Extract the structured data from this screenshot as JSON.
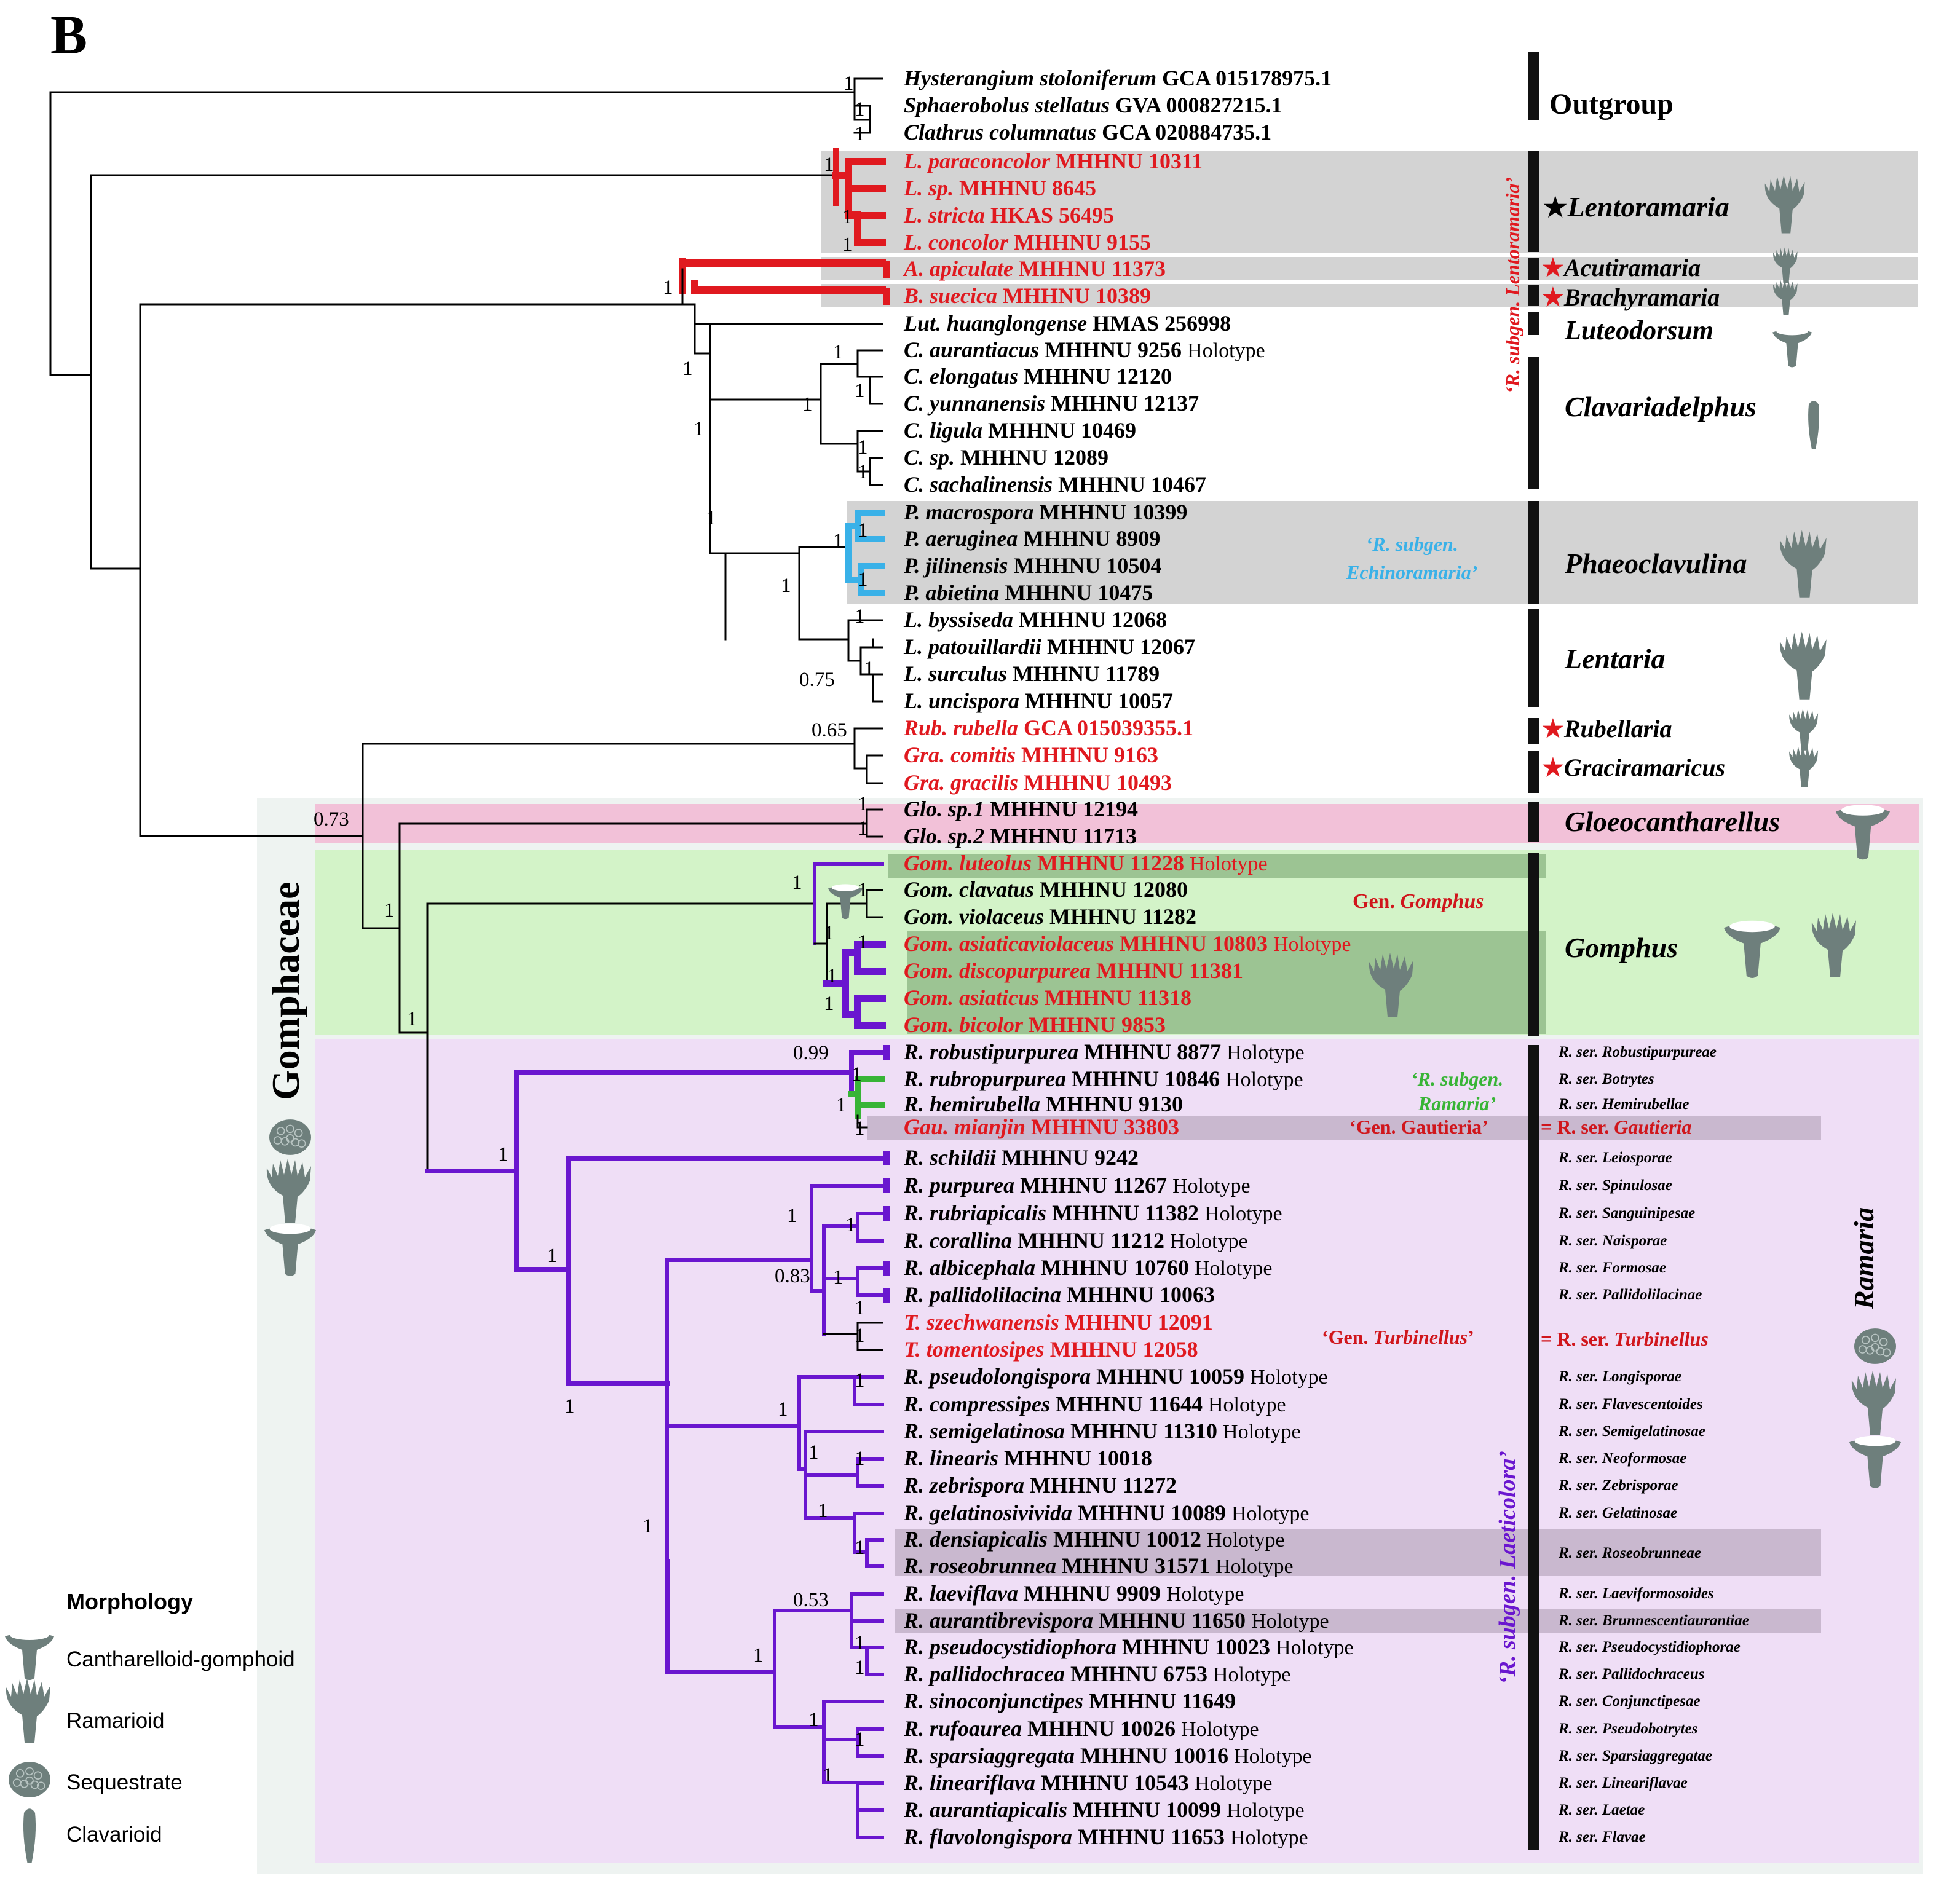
{
  "panel_label": "B",
  "family_label": "Gomphaceae",
  "support": {
    "n1": "1",
    "n2": "1",
    "n3": "1",
    "n4": "1",
    "n5": "1",
    "n6": "1",
    "n7": "1",
    "n8": "1",
    "n9": "1",
    "n10": "1",
    "n11": "1",
    "n12": "1",
    "n13": "1",
    "n14": "1",
    "n15": "1",
    "n16": "1",
    "n17": "1",
    "n18": "1",
    "n19": "1",
    "n20": "1",
    "n21": "0.75",
    "n22": "1",
    "n23": "0.65",
    "n24": "0.73",
    "n25": "1",
    "n26": "1",
    "n27": "1",
    "n28": "1",
    "n29": "1",
    "n30": "1",
    "n31": "1",
    "n32": "1",
    "n33": "1",
    "n34": "1",
    "n35": "0.99",
    "n36": "1",
    "n37": "1",
    "n38": "1",
    "n39": "1",
    "n40": "1",
    "n41": "0.83",
    "n42": "1",
    "n43": "1",
    "n44": "1",
    "n45": "1",
    "n46": "1",
    "n47": "1",
    "n48": "1",
    "n49": "1",
    "n50": "1",
    "n51": "1",
    "n52": "1",
    "n53": "1",
    "n54": "0.53",
    "n55": "1",
    "n56": "1",
    "n57": "1",
    "n58": "1",
    "n59": "1",
    "n60": "1",
    "n61": "1"
  },
  "taxa": [
    {
      "name": "Hysterangium stoloniferum",
      "id": "GCA 015178975.1",
      "extra": "",
      "color": "#000000"
    },
    {
      "name": "Sphaerobolus stellatus",
      "id": "GVA 000827215.1",
      "extra": "",
      "color": "#000000"
    },
    {
      "name": "Clathrus columnatus",
      "id": "GCA 020884735.1",
      "extra": "",
      "color": "#000000"
    },
    {
      "name": "L. paraconcolor",
      "id": "MHHNU 10311",
      "extra": "",
      "color": "#e0191f"
    },
    {
      "name": "L. sp.",
      "id": "MHHNU 8645",
      "extra": "",
      "color": "#e0191f"
    },
    {
      "name": "L. stricta",
      "id": "HKAS 56495",
      "extra": "",
      "color": "#e0191f"
    },
    {
      "name": "L. concolor",
      "id": "MHHNU 9155",
      "extra": "",
      "color": "#e0191f"
    },
    {
      "name": "A. apiculate",
      "id": "MHHNU 11373",
      "extra": "",
      "color": "#e0191f"
    },
    {
      "name": "B. suecica",
      "id": "MHHNU 10389",
      "extra": "",
      "color": "#e0191f"
    },
    {
      "name": "Lut. huanglongense",
      "id": "HMAS 256998",
      "extra": "",
      "color": "#000000"
    },
    {
      "name": "C. aurantiacus",
      "id": "MHHNU 9256",
      "extra": "Holotype",
      "color": "#000000"
    },
    {
      "name": "C. elongatus",
      "id": "MHHNU 12120",
      "extra": "",
      "color": "#000000"
    },
    {
      "name": "C. yunnanensis",
      "id": "MHHNU 12137",
      "extra": "",
      "color": "#000000"
    },
    {
      "name": "C. ligula",
      "id": "MHHNU 10469",
      "extra": "",
      "color": "#000000"
    },
    {
      "name": "C. sp.",
      "id": "MHHNU 12089",
      "extra": "",
      "color": "#000000"
    },
    {
      "name": "C. sachalinensis",
      "id": "MHHNU 10467",
      "extra": "",
      "color": "#000000"
    },
    {
      "name": "P. macrospora",
      "id": "MHHNU 10399",
      "extra": "",
      "color": "#000000"
    },
    {
      "name": "P. aeruginea",
      "id": "MHHNU 8909",
      "extra": "",
      "color": "#000000"
    },
    {
      "name": "P. jilinensis",
      "id": "MHHNU 10504",
      "extra": "",
      "color": "#000000"
    },
    {
      "name": "P. abietina",
      "id": "MHHNU 10475",
      "extra": "",
      "color": "#000000"
    },
    {
      "name": "L. byssiseda",
      "id": "MHHNU 12068",
      "extra": "",
      "color": "#000000"
    },
    {
      "name": "L. patouillardii",
      "id": "MHHNU 12067",
      "extra": "",
      "color": "#000000"
    },
    {
      "name": "L. surculus",
      "id": "MHHNU 11789",
      "extra": "",
      "color": "#000000"
    },
    {
      "name": "L. uncispora",
      "id": "MHHNU 10057",
      "extra": "",
      "color": "#000000"
    },
    {
      "name": "Rub. rubella",
      "id": "GCA 015039355.1",
      "extra": "",
      "color": "#e0191f"
    },
    {
      "name": "Gra. comitis",
      "id": "MHHNU 9163",
      "extra": "",
      "color": "#e0191f"
    },
    {
      "name": "Gra. gracilis",
      "id": "MHHNU 10493",
      "extra": "",
      "color": "#e0191f"
    },
    {
      "name": "Glo. sp.1",
      "id": "MHHNU 12194",
      "extra": "",
      "color": "#000000"
    },
    {
      "name": "Glo. sp.2",
      "id": "MHHNU 11713",
      "extra": "",
      "color": "#000000"
    },
    {
      "name": "Gom. luteolus",
      "id": "MHHNU 11228",
      "extra": "Holotype",
      "color": "#e0191f"
    },
    {
      "name": "Gom. clavatus",
      "id": "MHHNU 12080",
      "extra": "",
      "color": "#000000"
    },
    {
      "name": "Gom. violaceus",
      "id": "MHHNU 11282",
      "extra": "",
      "color": "#000000"
    },
    {
      "name": "Gom. asiaticaviolaceus",
      "id": "MHHNU 10803",
      "extra": "Holotype",
      "color": "#e0191f"
    },
    {
      "name": "Gom. discopurpurea",
      "id": "MHHNU 11381",
      "extra": "",
      "color": "#e0191f"
    },
    {
      "name": "Gom. asiaticus",
      "id": "MHHNU 11318",
      "extra": "",
      "color": "#e0191f"
    },
    {
      "name": "Gom. bicolor",
      "id": "MHHNU 9853",
      "extra": "",
      "color": "#e0191f"
    },
    {
      "name": "R. robustipurpurea",
      "id": "MHHNU 8877",
      "extra": "Holotype",
      "color": "#000000"
    },
    {
      "name": "R. rubropurpurea",
      "id": "MHHNU 10846",
      "extra": "Holotype",
      "color": "#000000"
    },
    {
      "name": "R. hemirubella",
      "id": "MHHNU 9130",
      "extra": "",
      "color": "#000000"
    },
    {
      "name": "Gau. mianjin",
      "id": "MHHNU 33803",
      "extra": "",
      "color": "#e0191f"
    },
    {
      "name": "R. schildii",
      "id": "MHHNU 9242",
      "extra": "",
      "color": "#000000"
    },
    {
      "name": "R. purpurea",
      "id": "MHHNU 11267",
      "extra": "Holotype",
      "color": "#000000"
    },
    {
      "name": "R. rubriapicalis",
      "id": "MHHNU 11382",
      "extra": "Holotype",
      "color": "#000000"
    },
    {
      "name": "R. corallina",
      "id": "MHHNU 11212",
      "extra": "Holotype",
      "color": "#000000"
    },
    {
      "name": "R. albicephala",
      "id": "MHHNU 10760",
      "extra": "Holotype",
      "color": "#000000"
    },
    {
      "name": "R. pallidolilacina",
      "id": "MHHNU 10063",
      "extra": "",
      "color": "#000000"
    },
    {
      "name": "T. szechwanensis",
      "id": "MHHNU 12091",
      "extra": "",
      "color": "#e0191f"
    },
    {
      "name": "T. tomentosipes",
      "id": "MHHNU 12058",
      "extra": "",
      "color": "#e0191f"
    },
    {
      "name": "R. pseudolongispora",
      "id": "MHHNU 10059",
      "extra": "Holotype",
      "color": "#000000"
    },
    {
      "name": "R. compressipes",
      "id": "MHHNU 11644",
      "extra": "Holotype",
      "color": "#000000"
    },
    {
      "name": "R. semigelatinosa",
      "id": "MHHNU 11310",
      "extra": "Holotype",
      "color": "#000000"
    },
    {
      "name": "R. linearis",
      "id": "MHHNU 10018",
      "extra": "",
      "color": "#000000"
    },
    {
      "name": "R. zebrispora",
      "id": "MHHNU 11272",
      "extra": "",
      "color": "#000000"
    },
    {
      "name": "R. gelatinosivivida",
      "id": "MHHNU 10089",
      "extra": "Holotype",
      "color": "#000000"
    },
    {
      "name": "R. densiapicalis",
      "id": "MHHNU 10012",
      "extra": "Holotype",
      "color": "#000000"
    },
    {
      "name": "R. roseobrunnea",
      "id": "MHHNU 31571",
      "extra": "Holotype",
      "color": "#000000"
    },
    {
      "name": "R. laeviflava",
      "id": "MHHNU 9909",
      "extra": "Holotype",
      "color": "#000000"
    },
    {
      "name": "R. aurantibrevispora",
      "id": "MHHNU 11650",
      "extra": "Holotype",
      "color": "#000000"
    },
    {
      "name": "R. pseudocystidiophora",
      "id": "MHHNU 10023",
      "extra": "Holotype",
      "color": "#000000"
    },
    {
      "name": "R. pallidochracea",
      "id": "MHHNU 6753",
      "extra": "Holotype",
      "color": "#000000"
    },
    {
      "name": "R. sinoconjunctipes",
      "id": "MHHNU 11649",
      "extra": "",
      "color": "#000000"
    },
    {
      "name": "R. rufoaurea",
      "id": "MHHNU 10026",
      "extra": "Holotype",
      "color": "#000000"
    },
    {
      "name": "R. sparsiaggregata",
      "id": "MHHNU 10016",
      "extra": "Holotype",
      "color": "#000000"
    },
    {
      "name": "R. lineariflava",
      "id": "MHHNU 10543",
      "extra": "Holotype",
      "color": "#000000"
    },
    {
      "name": "R. aurantiapicalis",
      "id": "MHHNU 10099",
      "extra": "Holotype",
      "color": "#000000"
    },
    {
      "name": "R. flavolongispora",
      "id": "MHHNU 11653",
      "extra": "Holotype",
      "color": "#000000"
    }
  ],
  "genus_labels": {
    "outgroup": "Outgroup",
    "lentoramaria": "Lentoramaria",
    "acutiramaria": "Acutiramaria",
    "brachyramaria": "Brachyramaria",
    "luteodorsum": "Luteodorsum",
    "clavariadelphus": "Clavariadelphus",
    "phaeoclavulina": "Phaeoclavulina",
    "lentaria": "Lentaria",
    "rubellaria": "Rubellaria",
    "graciramaricus": "Graciramaricus",
    "gloeocantharellus": "Gloeocantharellus",
    "gomphus": "Gomphus",
    "ramaria": "Ramaria",
    "star": "★"
  },
  "series": [
    "R. ser. Robustipurpureae",
    "R. ser. Botrytes",
    "R. ser. Hemirubellae",
    "R. ser. Leiosporae",
    "R. ser. Spinulosae",
    "R. ser. Sanguinipesae",
    "R. ser. Naisporae",
    "R. ser. Formosae",
    "R. ser. Pallidolilacinae",
    "R. ser. Longisporae",
    "R. ser. Flavescentoides",
    "R. ser. Semigelatinosae",
    "R. ser. Neoformosae",
    "R. ser. Zebrisporae",
    "R. ser. Gelatinosae",
    "R. ser. Roseobrunneae",
    "R. ser. Laeviformosoides",
    "R. ser. Brunnescentiaurantiae",
    "R. ser. Pseudocystidiophorae",
    "R. ser. Pallidochraceus",
    "R. ser. Conjunctipesae",
    "R. ser. Pseudobotrytes",
    "R. ser. Sparsiaggregatae",
    "R. ser. Lineariflavae",
    "R. ser. Laetae",
    "R. ser. Flavae"
  ],
  "annotations": {
    "gen_gomphus_prefix": "Gen. ",
    "gen_gomphus_name": "Gomphus",
    "gen_gautieria": "‘Gen. Gautieria’",
    "eq_gautieria_prefix": "= R. ser. ",
    "eq_gautieria_name": "Gautieria",
    "gen_turbinellus_prefix": "‘Gen. ",
    "gen_turbinellus_name": "Turbinellus",
    "gen_turbinellus_suffix": "’",
    "eq_turbinellus_prefix": "= R. ser. ",
    "eq_turbinellus_name": "Turbinellus",
    "subgen_lentoramaria": "‘R. subgen. Lentoramaria’",
    "subgen_echinoramaria_line1": "‘R. subgen.",
    "subgen_echinoramaria_line2": "Echinoramaria’",
    "subgen_ramaria_line1": "‘R. subgen.",
    "subgen_ramaria_line2": "Ramaria’",
    "subgen_laeticolora": "‘R. subgen. Laeticolora’"
  },
  "legend": {
    "title": "Morphology",
    "items": [
      "Cantharelloid-gomphoid",
      "Ramarioid",
      "Sequestrate",
      "Clavarioid"
    ]
  },
  "colors": {
    "lentoramaria_red": "#e0191f",
    "echinoramaria_blue": "#39b1e8",
    "ramaria_green": "#38b436",
    "laeticolora_purple": "#6a16cf",
    "grey_band": "#d3d3d3",
    "gloeocantharellus_pink": "#f2c1d8",
    "gomphus_green": "#d3f3c8",
    "ramaria_lilac": "#efdef6",
    "gomphaceae_bg": "#eef3f1",
    "icon_grey": "#6e7f7c"
  }
}
